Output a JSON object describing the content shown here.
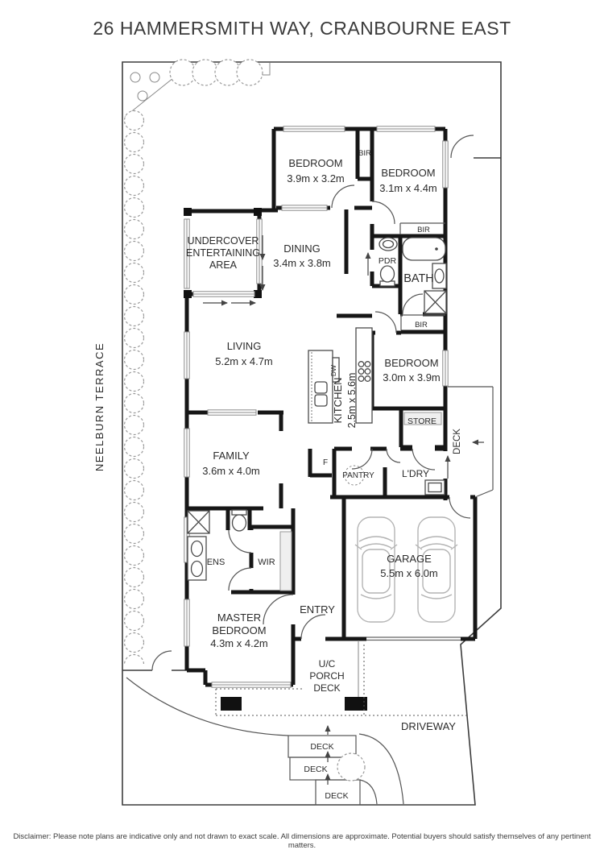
{
  "title": "26 HAMMERSMITH WAY, CRANBOURNE EAST",
  "street": "NEELBURN TERRACE",
  "disclaimer": "Disclaimer: Please note plans are indicative only and not drawn to exact scale. All dimensions are approximate. Potential buyers should satisfy themselves of any pertinent matters.",
  "rooms": {
    "bedroom_top_left": {
      "name": "BEDROOM",
      "dims": "3.9m x 3.2m"
    },
    "bedroom_top_right": {
      "name": "BEDROOM",
      "dims": "3.1m x 4.4m"
    },
    "bedroom_mid": {
      "name": "BEDROOM",
      "dims": "3.0m x 3.9m"
    },
    "undercover": {
      "line1": "UNDERCOVER",
      "line2": "ENTERTAINING",
      "line3": "AREA"
    },
    "dining": {
      "name": "DINING",
      "dims": "3.4m x 3.8m"
    },
    "living": {
      "name": "LIVING",
      "dims": "5.2m x 4.7m"
    },
    "kitchen": {
      "name": "KITCHEN",
      "dims": "2.5m x 5.6m"
    },
    "family": {
      "name": "FAMILY",
      "dims": "3.6m x 4.0m"
    },
    "master": {
      "line1": "MASTER",
      "line2": "BEDROOM",
      "dims": "4.3m x 4.2m"
    },
    "garage": {
      "name": "GARAGE",
      "dims": "5.5m x 6.0m"
    },
    "bath": "BATH",
    "pdr": "PDR",
    "ens": "ENS",
    "wir": "WIR",
    "bir_top": "BIR",
    "bir_hall": "BIR",
    "bir_lower": "BIR",
    "store": "STORE",
    "laundry": "L'DRY",
    "pantry": "PANTRY",
    "fridge": "F",
    "dishwasher": "DW",
    "entry": "ENTRY",
    "deck_side": "DECK",
    "porch": {
      "line1": "U/C",
      "line2": "PORCH",
      "line3": "DECK"
    },
    "driveway": "DRIVEWAY",
    "deck_step1": "DECK",
    "deck_step2": "DECK",
    "deck_step3": "DECK"
  }
}
